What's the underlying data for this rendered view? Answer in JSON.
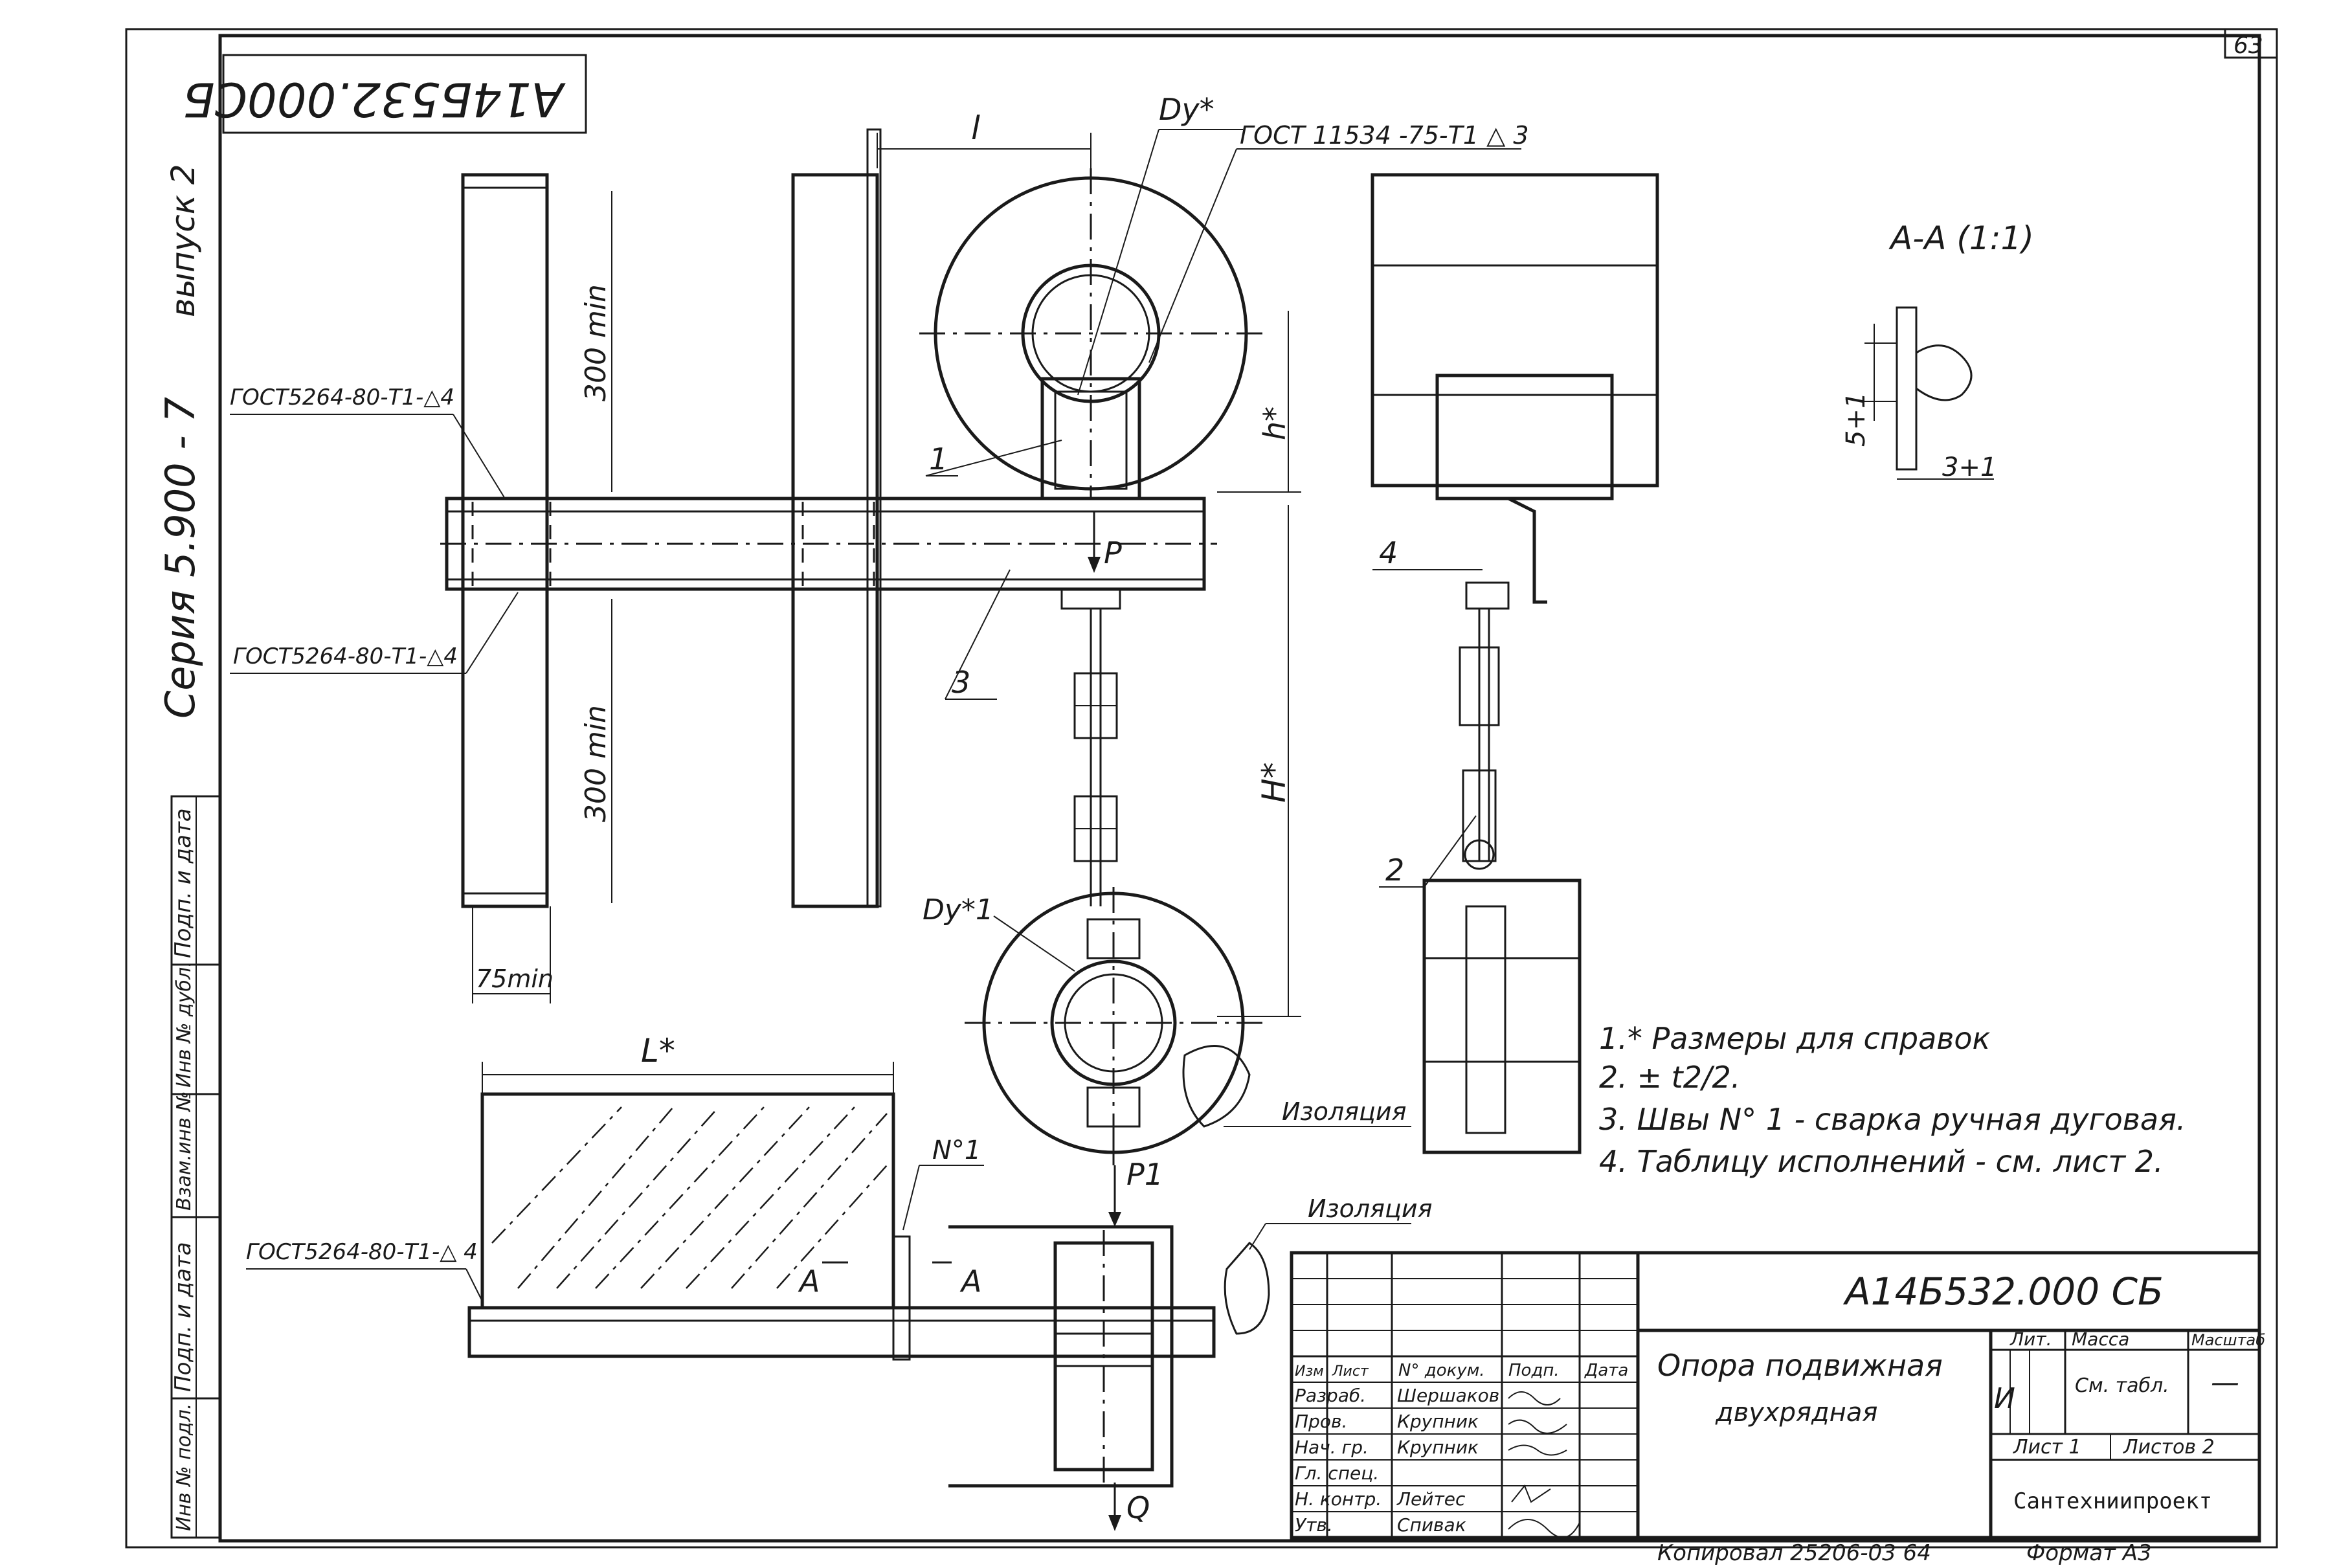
{
  "sheet": {
    "page_number": "63",
    "drawing_code_rotated": "А14Б532.000СБ",
    "series": "Серия 5.900 - 7",
    "issue": "выпуск 2",
    "copied": "Копировал 25206-03 64",
    "format": "Формат А3"
  },
  "margin_labels": [
    "Инв № подл.",
    "Подп. и дата",
    "Взам.инв №",
    "Инв № дубл.",
    "Подп. и дата"
  ],
  "dimensions": {
    "l": "l",
    "dy": "Dy*",
    "dy1": "Dy*1",
    "h": "h*",
    "H": "H*",
    "L": "L*",
    "min300_top": "300 min",
    "min300_bottom": "300 min",
    "min75": "75min",
    "s_weld": "5+1",
    "leg_weld": "3+1"
  },
  "callouts": {
    "gost_11534": "ГОСТ 11534 -75-Т1 △ 3",
    "gost_5264_a": "ГОСТ5264-80-Т1-△4",
    "gost_5264_b": "ГОСТ5264-80-Т1-△4",
    "gost_5264_c": "ГОСТ5264-80-Т1-△ 4",
    "weld_no1": "N°1",
    "insulation_1": "Изоляция",
    "insulation_2": "Изоляция",
    "section_title": "А-А (1:1)",
    "section_mark_left": "А",
    "section_mark_right": "А",
    "force_P": "P",
    "force_P1": "P1",
    "force_Q": "Q"
  },
  "parts": [
    "1",
    "2",
    "3",
    "4"
  ],
  "notes": [
    "1.* Размеры для справок",
    "2. ± t2/2.",
    "3. Швы N° 1 - сварка ручная дуговая.",
    "4. Таблицу исполнений - см. лист 2."
  ],
  "title_block": {
    "designation": "А14Б532.000 СБ",
    "name_line1": "Опора подвижная",
    "name_line2": "двухрядная",
    "header_cols": [
      "Изм",
      "Лист",
      "N° докум.",
      "Подп.",
      "Дата"
    ],
    "roles": [
      {
        "role": "Разраб.",
        "name": "Шершаков"
      },
      {
        "role": "Пров.",
        "name": "Крупник"
      },
      {
        "role": "Нач. гр.",
        "name": "Крупник"
      },
      {
        "role": "Гл. спец.",
        "name": ""
      },
      {
        "role": "Н. контр.",
        "name": "Лейтес"
      },
      {
        "role": "Утв.",
        "name": "Спивак"
      }
    ],
    "lit_label": "Лит.",
    "lit_value": "И",
    "mass_label": "Масса",
    "mass_value": "См. табл.",
    "scale_label": "Масштаб",
    "scale_value": "—",
    "sheet_label": "Лист 1",
    "sheets_label": "Листов 2",
    "organization": "Сантехниипроект"
  }
}
